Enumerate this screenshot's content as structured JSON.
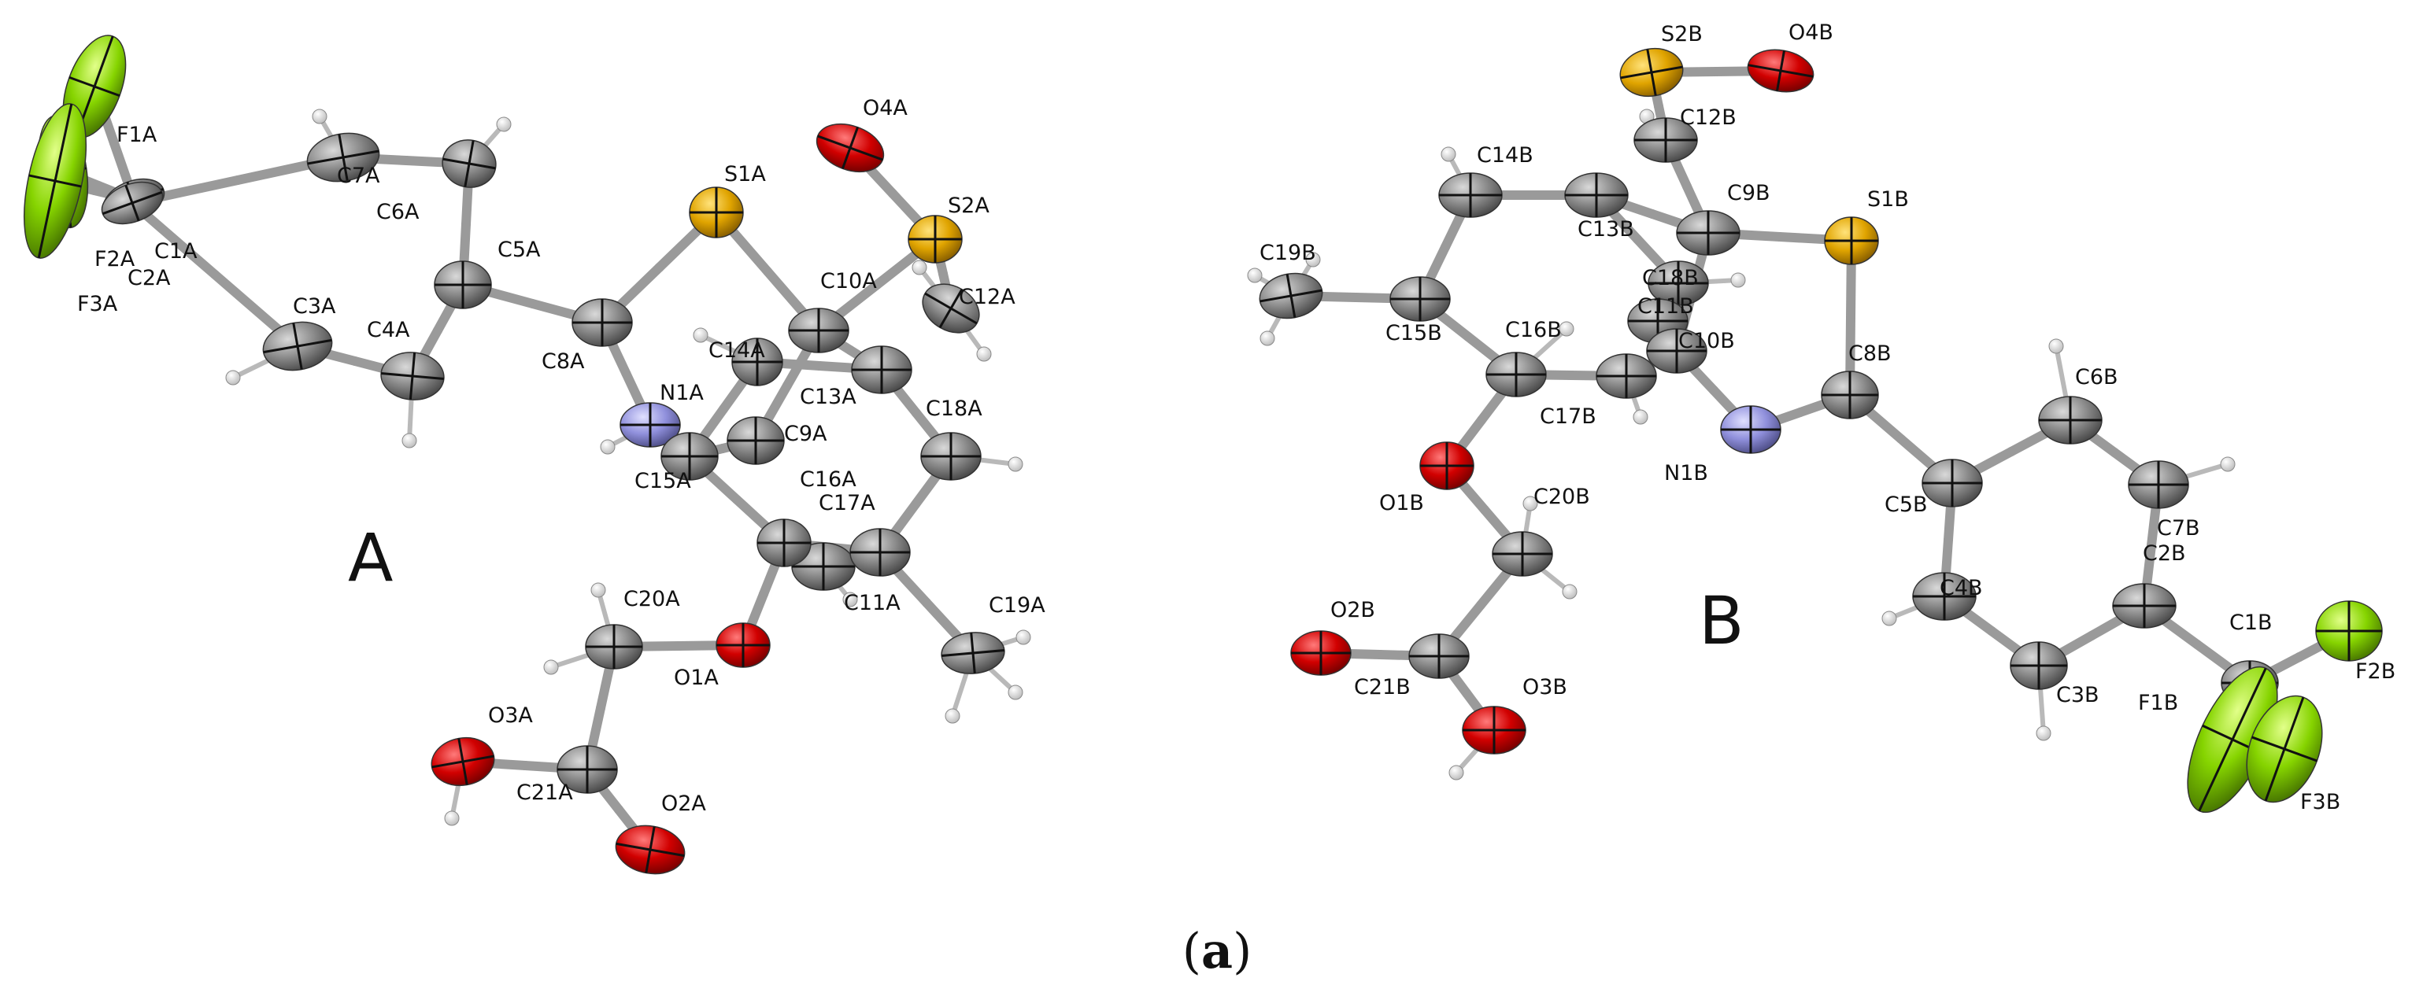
{
  "molecules": [
    {
      "id": "A",
      "label": "A",
      "atoms": [
        {
          "name": "F1A",
          "el": "F"
        },
        {
          "name": "F2A",
          "el": "F"
        },
        {
          "name": "F3A",
          "el": "F"
        },
        {
          "name": "C1A",
          "el": "C"
        },
        {
          "name": "C2A",
          "el": "C"
        },
        {
          "name": "C3A",
          "el": "C"
        },
        {
          "name": "C4A",
          "el": "C"
        },
        {
          "name": "C5A",
          "el": "C"
        },
        {
          "name": "C6A",
          "el": "C"
        },
        {
          "name": "C7A",
          "el": "C"
        },
        {
          "name": "C8A",
          "el": "C"
        },
        {
          "name": "S1A",
          "el": "S"
        },
        {
          "name": "N1A",
          "el": "N"
        },
        {
          "name": "C9A",
          "el": "C"
        },
        {
          "name": "C10A",
          "el": "C"
        },
        {
          "name": "C11A",
          "el": "C"
        },
        {
          "name": "C12A",
          "el": "C"
        },
        {
          "name": "C13A",
          "el": "C"
        },
        {
          "name": "C14A",
          "el": "C"
        },
        {
          "name": "C15A",
          "el": "C"
        },
        {
          "name": "C16A",
          "el": "C"
        },
        {
          "name": "C17A",
          "el": "C"
        },
        {
          "name": "C18A",
          "el": "C"
        },
        {
          "name": "C19A",
          "el": "C"
        },
        {
          "name": "C20A",
          "el": "C"
        },
        {
          "name": "C21A",
          "el": "C"
        },
        {
          "name": "O1A",
          "el": "O"
        },
        {
          "name": "O2A",
          "el": "O"
        },
        {
          "name": "O3A",
          "el": "O"
        },
        {
          "name": "O4A",
          "el": "O"
        },
        {
          "name": "S2A",
          "el": "S"
        }
      ]
    },
    {
      "id": "B",
      "label": "B",
      "atoms": [
        {
          "name": "S2B",
          "el": "S"
        },
        {
          "name": "O4B",
          "el": "O"
        },
        {
          "name": "C12B",
          "el": "C"
        },
        {
          "name": "C14B",
          "el": "C"
        },
        {
          "name": "C13B",
          "el": "C"
        },
        {
          "name": "C9B",
          "el": "C"
        },
        {
          "name": "S1B",
          "el": "S"
        },
        {
          "name": "C19B",
          "el": "C"
        },
        {
          "name": "C15B",
          "el": "C"
        },
        {
          "name": "C18B",
          "el": "C"
        },
        {
          "name": "C11B",
          "el": "C"
        },
        {
          "name": "C16B",
          "el": "C"
        },
        {
          "name": "C10B",
          "el": "C"
        },
        {
          "name": "C8B",
          "el": "C"
        },
        {
          "name": "C6B",
          "el": "C"
        },
        {
          "name": "C17B",
          "el": "C"
        },
        {
          "name": "N1B",
          "el": "N"
        },
        {
          "name": "O1B",
          "el": "O"
        },
        {
          "name": "C20B",
          "el": "C"
        },
        {
          "name": "C5B",
          "el": "C"
        },
        {
          "name": "C7B",
          "el": "C"
        },
        {
          "name": "C2B",
          "el": "C"
        },
        {
          "name": "C4B",
          "el": "C"
        },
        {
          "name": "O2B",
          "el": "O"
        },
        {
          "name": "C21B",
          "el": "C"
        },
        {
          "name": "O3B",
          "el": "O"
        },
        {
          "name": "C3B",
          "el": "C"
        },
        {
          "name": "C1B",
          "el": "C"
        },
        {
          "name": "F1B",
          "el": "F"
        },
        {
          "name": "F2B",
          "el": "F"
        },
        {
          "name": "F3B",
          "el": "F"
        }
      ]
    }
  ],
  "element_colors": {
    "C": "#7f7f7f",
    "N": "#8f8fd9",
    "O": "#d90000",
    "S": "#e6a800",
    "F": "#7fd400",
    "H": "#e8e8e8",
    "bond": "#9a9a9a"
  },
  "bond_colors": {
    "S": "#f2c200",
    "O": "#e60000",
    "N": "#8080e6",
    "F": "#86d600"
  },
  "caption": {
    "open": "(",
    "letter": "a",
    "close": ")"
  }
}
